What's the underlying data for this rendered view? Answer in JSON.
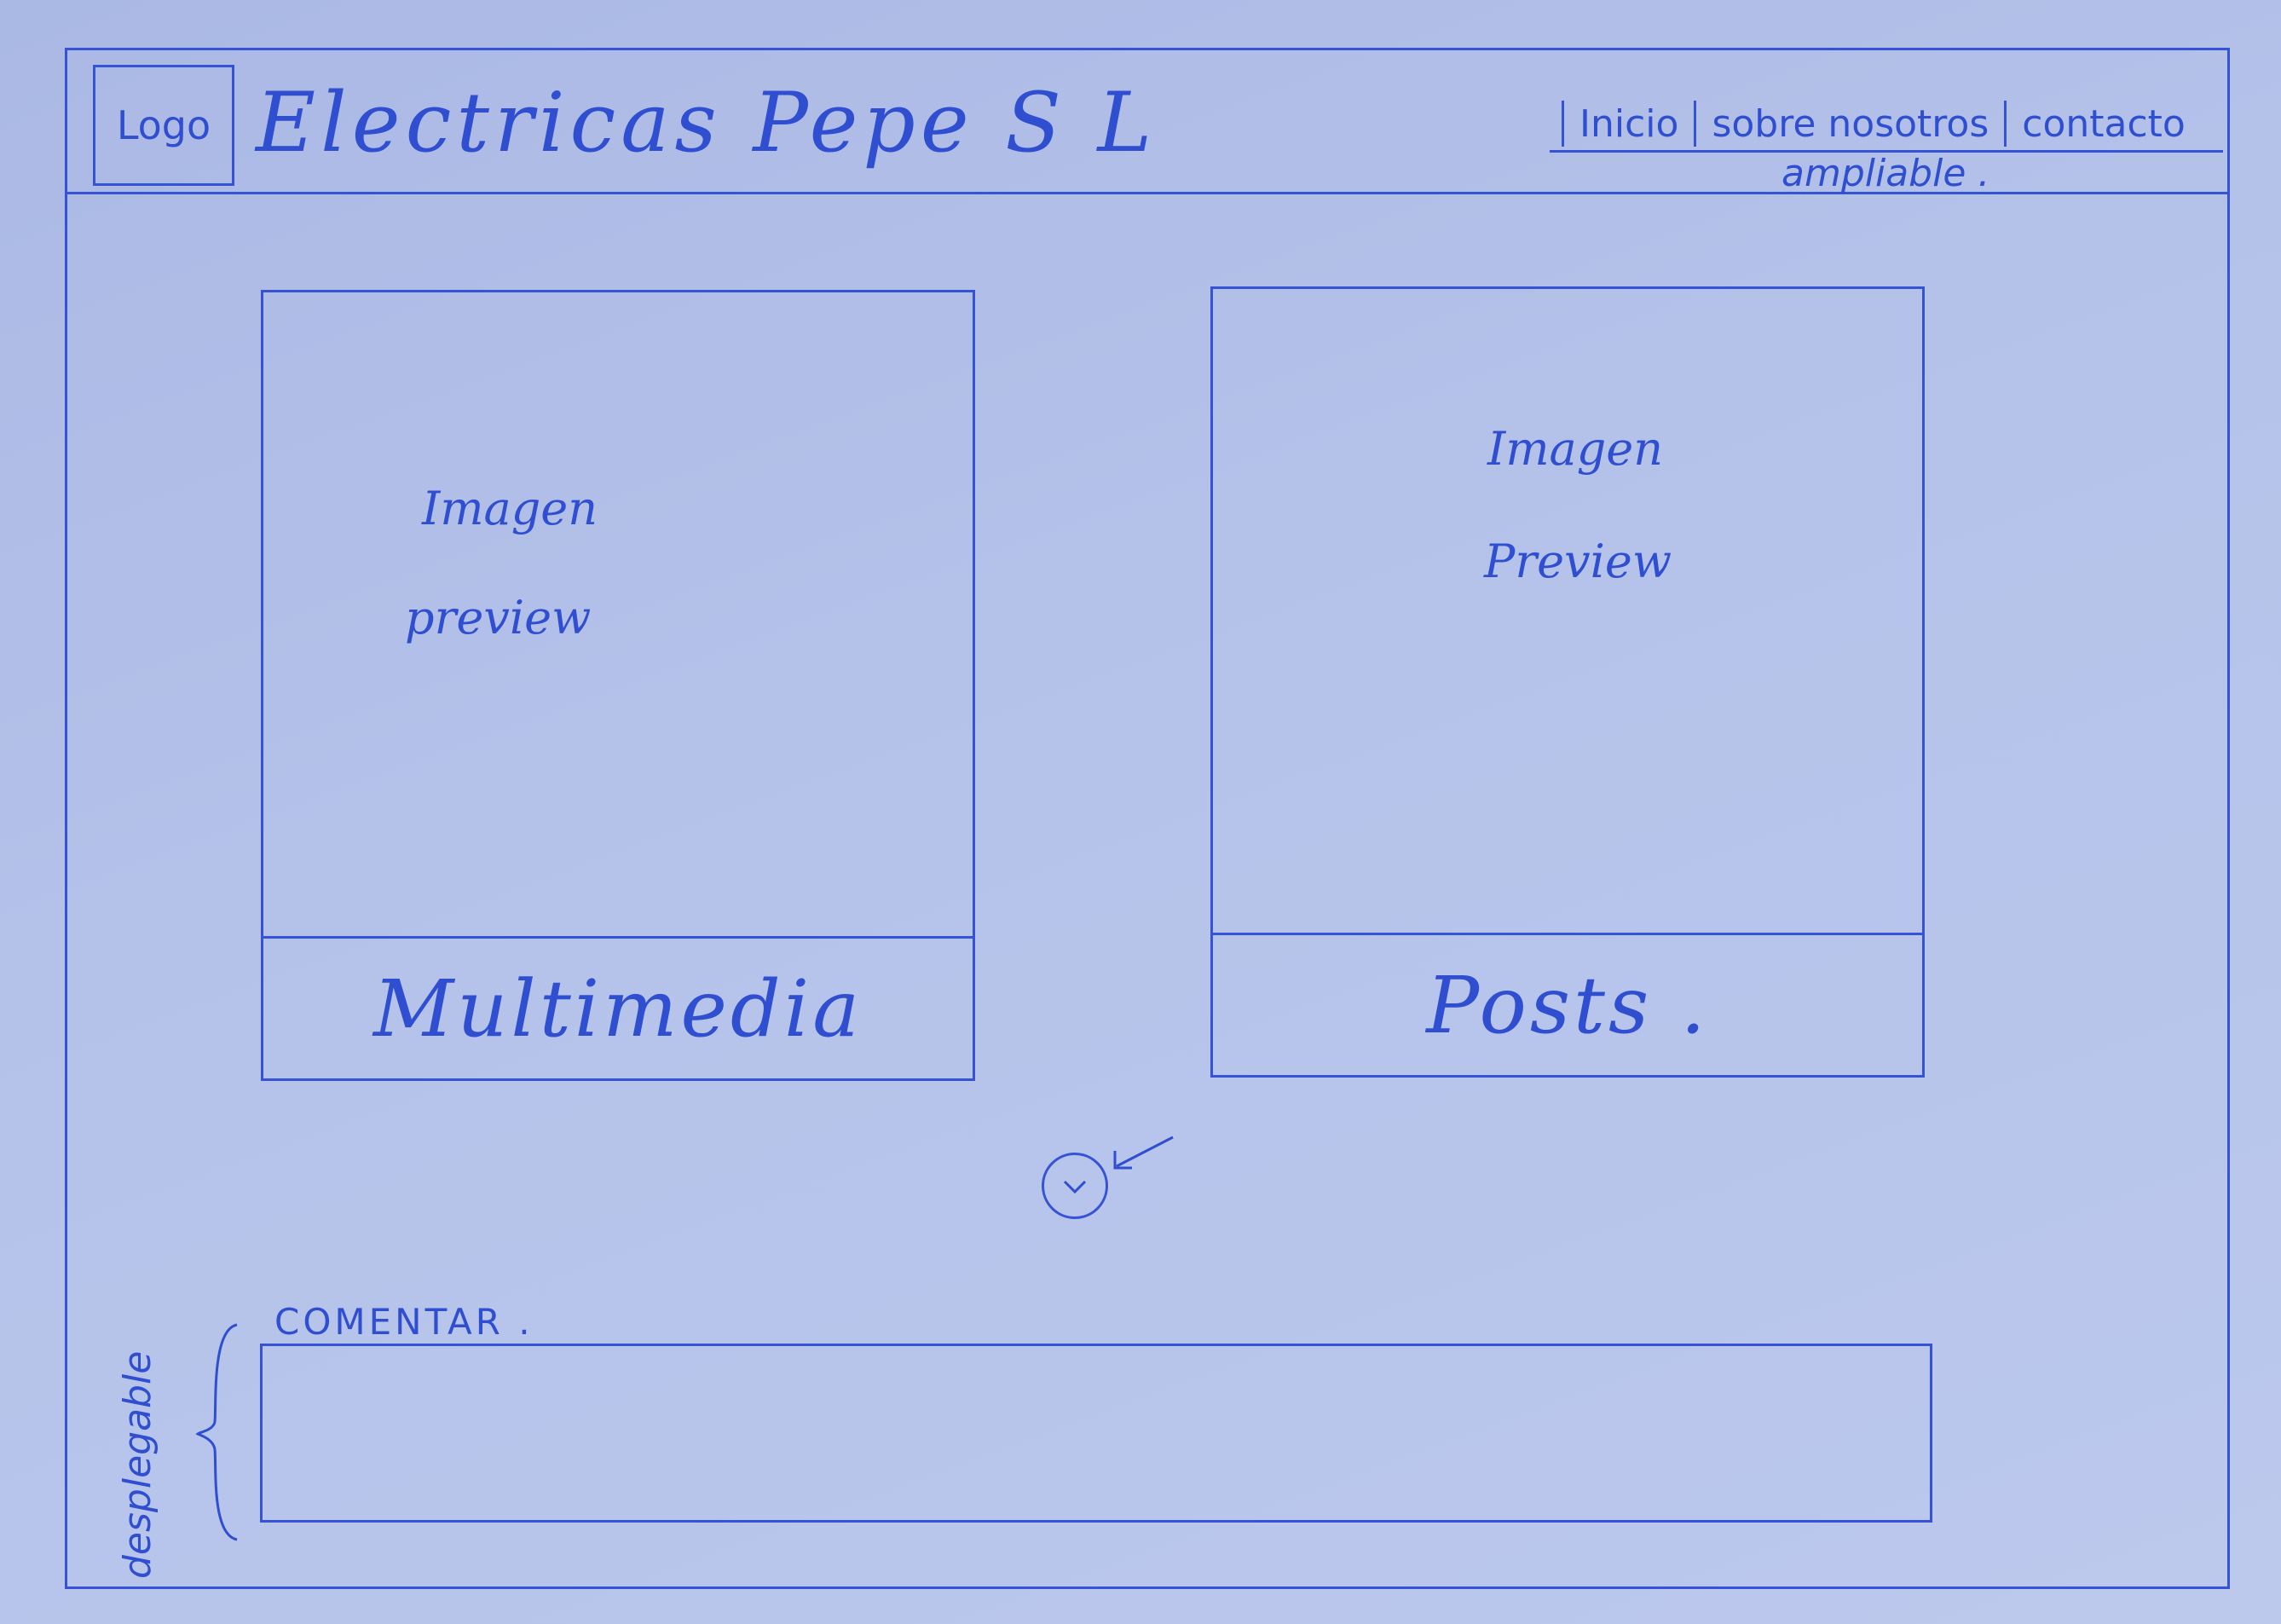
{
  "header": {
    "logo_label": "Logo",
    "site_title": "Electricas Pepe S L",
    "nav": [
      {
        "label": "Inicio"
      },
      {
        "label": "sobre nosotros"
      },
      {
        "label": "contacto"
      }
    ],
    "nav_note": "ampliable ."
  },
  "cards": [
    {
      "image_title": "Imagen",
      "image_subtitle": "preview",
      "label": "Multimedia"
    },
    {
      "image_title": "Imagen",
      "image_subtitle": "Preview",
      "label": "Posts ."
    }
  ],
  "expand": {
    "icon": "chevron-down-icon"
  },
  "comment": {
    "label": "COMENTAR .",
    "value": "",
    "side_note": "desplegable"
  },
  "colors": {
    "paper": "#b4c2ea",
    "ink": "#2f4fd0"
  }
}
